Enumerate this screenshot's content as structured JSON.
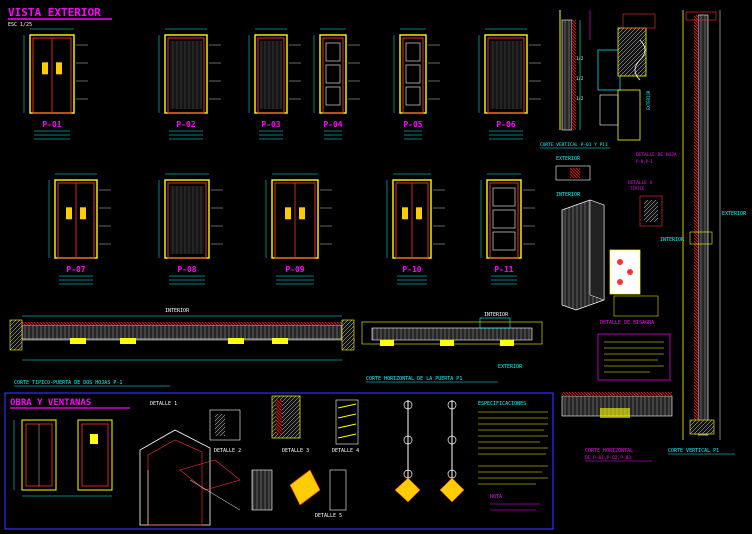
{
  "section_titles": {
    "elevations": "VISTA EXTERIOR",
    "elevations_scale": "ESC 1/25",
    "windows": "OBRA Y VENTANAS"
  },
  "doors_row1": [
    {
      "code": "P-01"
    },
    {
      "code": "P-02"
    },
    {
      "code": "P-03"
    },
    {
      "code": "P-04"
    },
    {
      "code": "P-05"
    },
    {
      "code": "P-06"
    }
  ],
  "doors_row2": [
    {
      "code": "P-07"
    },
    {
      "code": "P-08"
    },
    {
      "code": "P-09"
    },
    {
      "code": "P-10"
    },
    {
      "code": "P-11"
    }
  ],
  "section_labels": {
    "typical_cut": "CORTE TIPICO-PUERTA DE DOS HOJAS P-1",
    "horizontal_cut": "CORTE HORIZONTAL DE LA PUERTA P1",
    "vertical_cut_top": "CORTE VERTICAL P-01 Y P11",
    "detail_hinge": "DETALLE DE BISAGRA",
    "detail_sheet": "DETALLE DE HOJA",
    "detail_sheet_sub": "P-0,P-1",
    "detail_x": "DETALLE X",
    "detail_x_sub": "TIPICO",
    "horizontal_cut_p1": "CORTE HORIZONTAL",
    "horizontal_cut_p1_sub": "DE P-01,P-02,P-03",
    "vertical_cut_p1": "CORTE VERTICAL P1",
    "detail_1": "DETALLE 1",
    "detail_2": "DETALLE 2",
    "detail_3": "DETALLE 3",
    "detail_4": "DETALLE 4",
    "detail_5": "DETALLE 5",
    "specs": "ESPECIFICACIONES",
    "notes": "NOTA"
  },
  "orientation": {
    "interior": "INTERIOR",
    "exterior": "EXTERIOR"
  },
  "colors": {
    "background": "#000000",
    "frame": "#ffff00",
    "panel": "#ff3030",
    "dimension": "#00ffff",
    "label": "#ff00ff",
    "text": "#ffffff",
    "highlight": "#ffcc00",
    "box": "#0000ff",
    "green": "#00ff00"
  }
}
